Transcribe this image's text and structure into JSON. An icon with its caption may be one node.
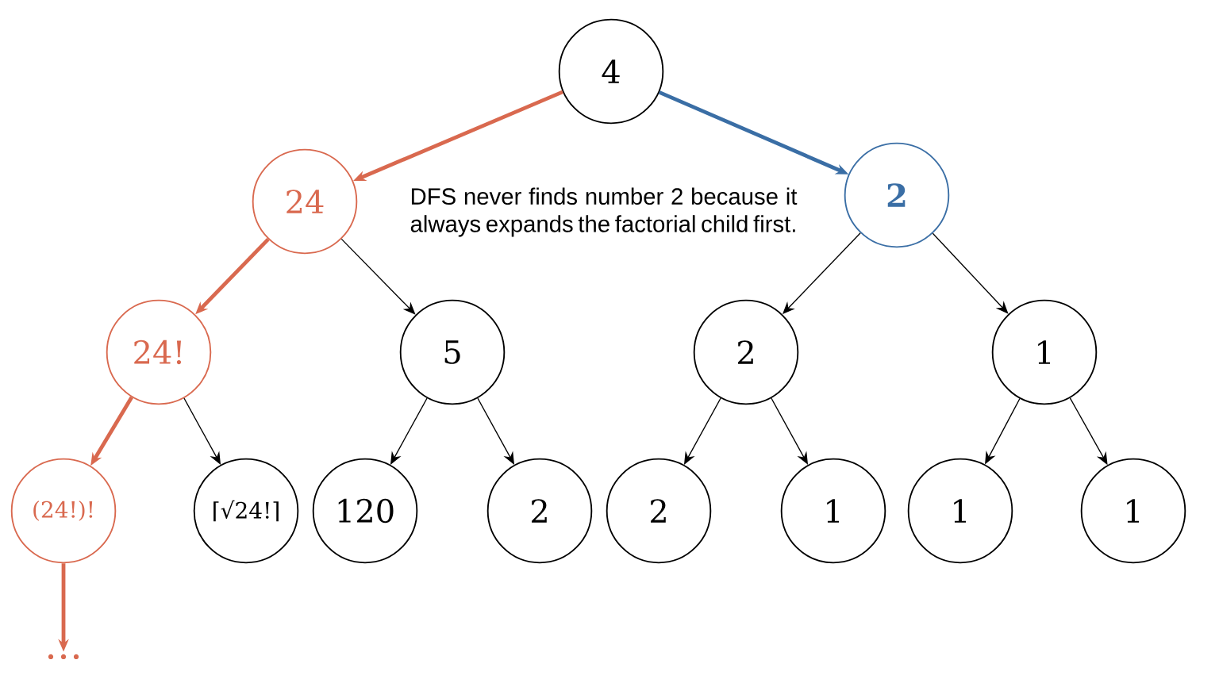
{
  "diagram": {
    "nodes": [
      {
        "text": [
          "4"
        ]
      },
      {
        "text": [
          "24"
        ]
      },
      {
        "text": [
          "2"
        ]
      },
      {
        "text": [
          "24!"
        ]
      },
      {
        "text": [
          "5"
        ]
      },
      {
        "text": [
          "2"
        ]
      },
      {
        "text": [
          "1"
        ]
      },
      {
        "text": [
          "(24!)!"
        ]
      },
      {
        "text": [
          "⌈√24!⌉"
        ]
      },
      {
        "text": [
          "120"
        ]
      },
      {
        "text": [
          "2"
        ]
      },
      {
        "text": [
          "2"
        ]
      },
      {
        "text": [
          "1"
        ]
      },
      {
        "text": [
          "1"
        ]
      },
      {
        "text": [
          "1"
        ]
      },
      {
        "text": [
          "…"
        ]
      }
    ],
    "edges": [
      {
        "from": 0,
        "to": 1,
        "arrow": "to",
        "style": "thick",
        "color": "#d9694f"
      },
      {
        "from": 0,
        "to": 2,
        "arrow": "to",
        "style": "thick",
        "color": "#3a6ea5"
      },
      {
        "from": 1,
        "to": 3,
        "arrow": "to",
        "style": "thick",
        "color": "#d9694f"
      },
      {
        "from": 1,
        "to": 4,
        "arrow": "to"
      },
      {
        "from": 2,
        "to": 5,
        "arrow": "to"
      },
      {
        "from": 2,
        "to": 6,
        "arrow": "to"
      },
      {
        "from": 3,
        "to": 7,
        "arrow": "to",
        "style": "thick",
        "color": "#d9694f"
      },
      {
        "from": 3,
        "to": 8,
        "arrow": "to"
      },
      {
        "from": 4,
        "to": 9,
        "arrow": "to"
      },
      {
        "from": 4,
        "to": 10,
        "arrow": "to"
      },
      {
        "from": 5,
        "to": 11,
        "arrow": "to"
      },
      {
        "from": 5,
        "to": 12,
        "arrow": "to"
      },
      {
        "from": 6,
        "to": 13,
        "arrow": "to"
      },
      {
        "from": 6,
        "to": 14,
        "arrow": "to"
      },
      {
        "from": 7,
        "to": 15,
        "arrow": "to",
        "style": "thick",
        "color": "#d9694f"
      }
    ],
    "labels": [
      "DFS never finds number 2 because it always expands the factorial child first."
    ]
  }
}
